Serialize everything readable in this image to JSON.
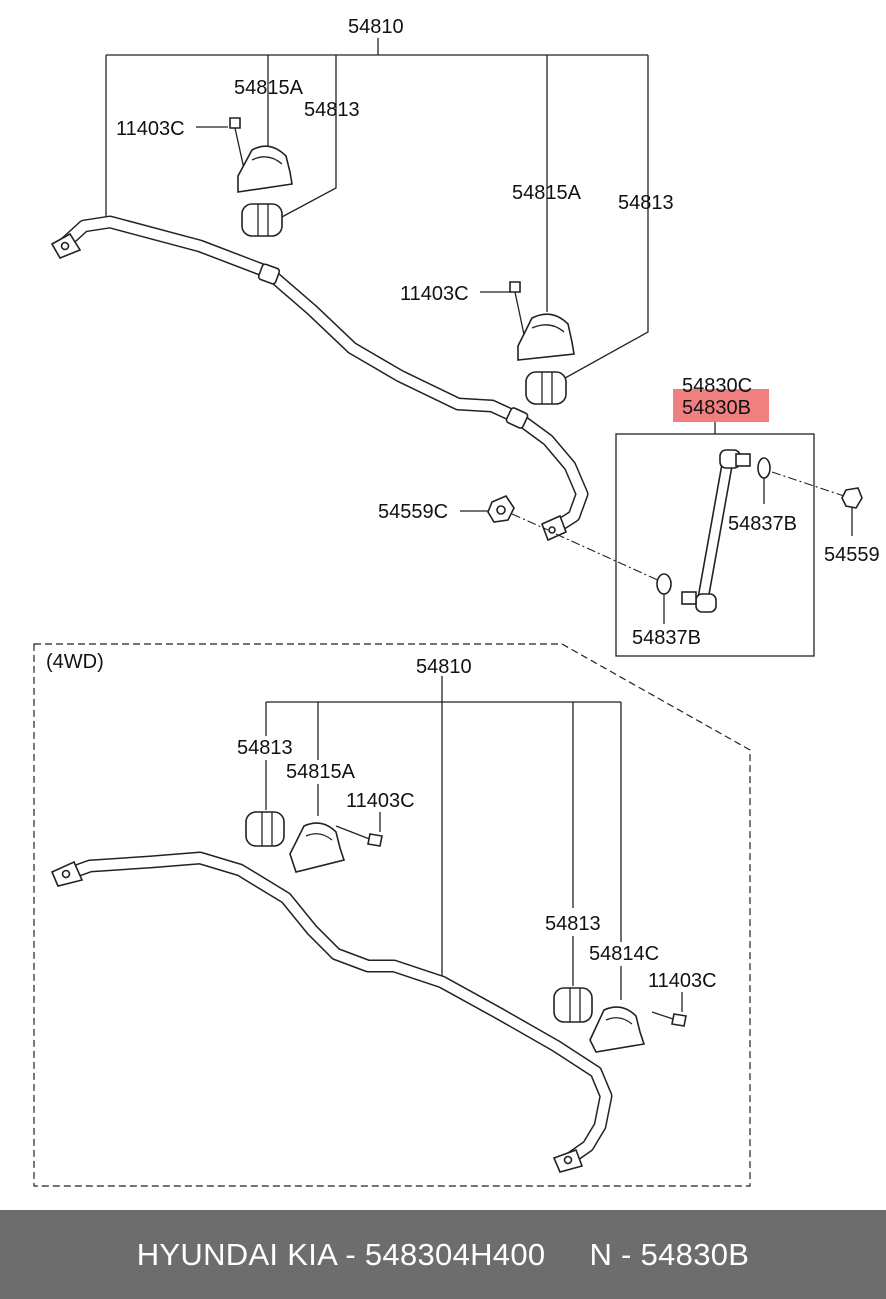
{
  "top_section": {
    "labels": {
      "bar": "54810",
      "bracket_left": "54815A",
      "bush_left": "54813",
      "bolt_left": "11403C",
      "bracket_right": "54815A",
      "bush_right": "54813",
      "bolt_right": "11403C",
      "nut_left": "54559C"
    }
  },
  "link_box": {
    "labels": {
      "link_alt": "54830C",
      "link_highlight": "54830B",
      "washer_upper": "54837B",
      "nut_right": "54559",
      "washer_lower": "54837B"
    },
    "highlight_color": "#f08080"
  },
  "wd_section": {
    "title": "(4WD)",
    "labels": {
      "bar": "54810",
      "bush_left": "54813",
      "bracket_left": "54815A",
      "bolt_left": "11403C",
      "bush_right": "54813",
      "bracket_right": "54814C",
      "bolt_right": "11403C"
    }
  },
  "footer": {
    "brand": "HYUNDAI KIA",
    "separator": " - ",
    "part_number": "548304H400",
    "ref": "N - 54830B",
    "background": "#6d6d6d"
  }
}
